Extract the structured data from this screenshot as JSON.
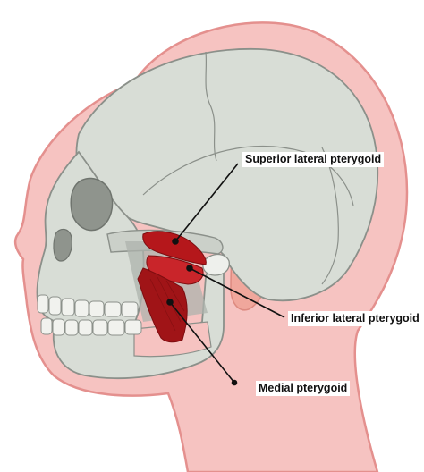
{
  "labels": {
    "superior_lateral_pterygoid": "Superior lateral pterygoid",
    "inferior_lateral_pterygoid": "Inferior lateral pterygoid",
    "medial_pterygoid": "Medial pterygoid"
  },
  "colors": {
    "skin": "#f6c3c1",
    "skin_outline": "#e4908e",
    "bone": "#d8ddd6",
    "bone_outline": "#8b908a",
    "bone_shadow": "#aeb3ac",
    "muscle": "#b5171b",
    "muscle_dark": "#7d0d10",
    "ear": "#f0a79c",
    "leader_line": "#111111"
  }
}
